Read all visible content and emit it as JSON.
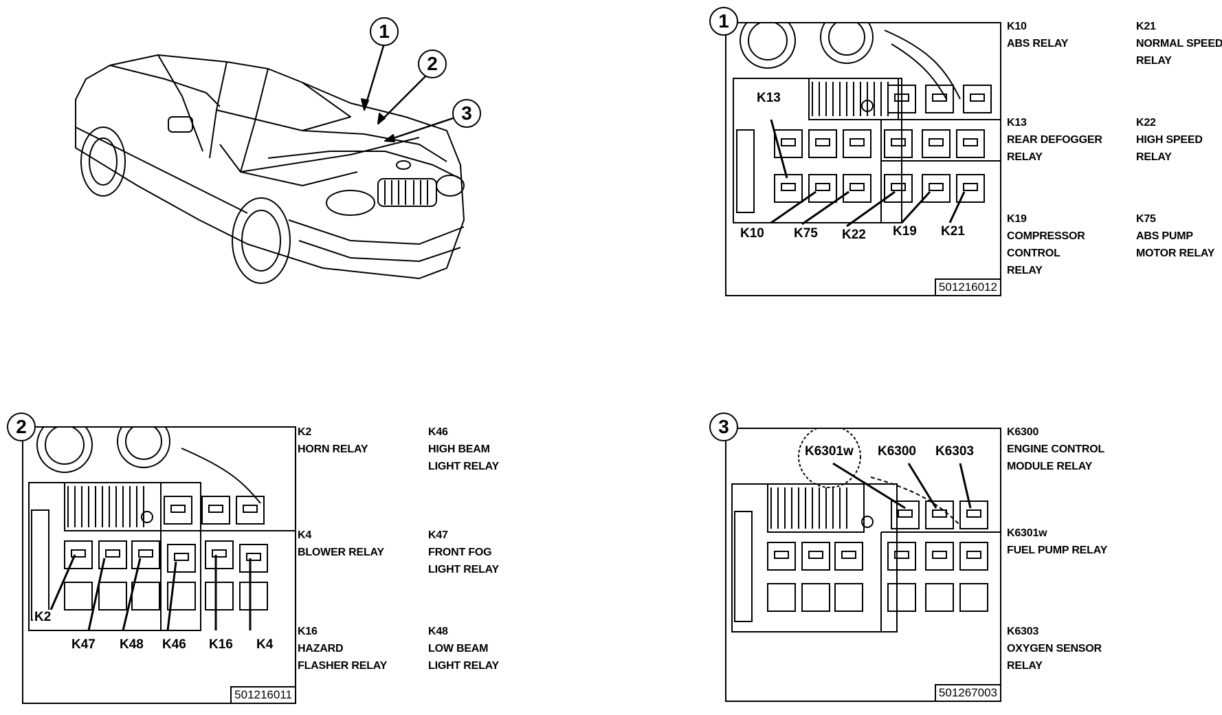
{
  "overview": {
    "callouts": [
      "1",
      "2",
      "3"
    ]
  },
  "panel1": {
    "number": "1",
    "code": "501216012",
    "relays_top": "K13",
    "relays_bottom": [
      "K10",
      "K75",
      "K22",
      "K19",
      "K21"
    ],
    "legend": [
      {
        "id": "K10",
        "lines": [
          "ABS RELAY"
        ]
      },
      {
        "id": "K21",
        "lines": [
          "NORMAL SPEED",
          "RELAY"
        ]
      },
      {
        "id": "K13",
        "lines": [
          "REAR DEFOGGER",
          "RELAY"
        ]
      },
      {
        "id": "K22",
        "lines": [
          "HIGH SPEED",
          "RELAY"
        ]
      },
      {
        "id": "K19",
        "lines": [
          "COMPRESSOR",
          "CONTROL",
          "RELAY"
        ]
      },
      {
        "id": "K75",
        "lines": [
          "ABS PUMP",
          "MOTOR RELAY"
        ]
      }
    ]
  },
  "panel2": {
    "number": "2",
    "code": "501216011",
    "relays_left": "K2",
    "relays_bottom": [
      "K47",
      "K48",
      "K46",
      "K16",
      "K4"
    ],
    "legend": [
      {
        "id": "K2",
        "lines": [
          "HORN RELAY"
        ]
      },
      {
        "id": "K46",
        "lines": [
          "HIGH BEAM",
          "LIGHT RELAY"
        ]
      },
      {
        "id": "K4",
        "lines": [
          "BLOWER RELAY"
        ]
      },
      {
        "id": "K47",
        "lines": [
          "FRONT FOG",
          "LIGHT RELAY"
        ]
      },
      {
        "id": "K16",
        "lines": [
          "HAZARD",
          "FLASHER RELAY"
        ]
      },
      {
        "id": "K48",
        "lines": [
          "LOW BEAM",
          "LIGHT RELAY"
        ]
      }
    ]
  },
  "panel3": {
    "number": "3",
    "code": "501267003",
    "relays_top": [
      "K6301w",
      "K6300",
      "K6303"
    ],
    "legend": [
      {
        "id": "K6300",
        "lines": [
          "ENGINE CONTROL",
          "MODULE RELAY"
        ]
      },
      {
        "id": "K6301w",
        "lines": [
          "FUEL PUMP RELAY"
        ]
      },
      {
        "id": "K6303",
        "lines": [
          "OXYGEN SENSOR",
          "RELAY"
        ]
      }
    ]
  }
}
